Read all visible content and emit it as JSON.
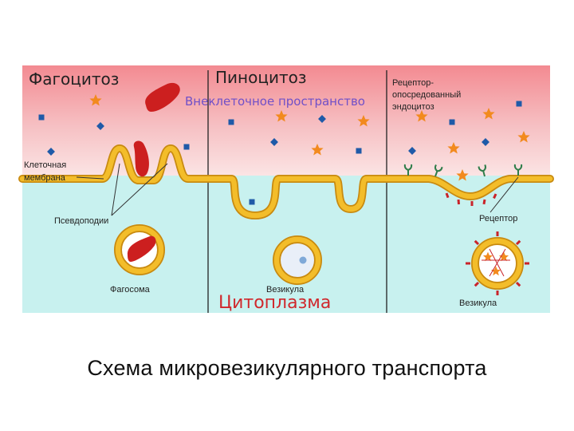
{
  "titles": {
    "phagocytosis": "Фагоцитоз",
    "pinocytosis": "Пиноцитоз"
  },
  "regions": {
    "extracellular": "Внеклеточное пространство",
    "cytoplasm": "Цитоплазма"
  },
  "labels": {
    "receptor_mediated_line1": "Рецептор-",
    "receptor_mediated_line2": "опосредованный",
    "receptor_mediated_line3": "эндоцитоз",
    "cell_membrane_line1": "Клеточная",
    "cell_membrane_line2": "мембрана",
    "pseudopodia": "Псевдоподии",
    "phagosome": "Фагосома",
    "vesicle_middle": "Везикула",
    "receptor": "Рецептор",
    "vesicle_right": "Везикула"
  },
  "caption": "Схема микровезикулярного транспорта",
  "colors": {
    "extracellular_top": "#f38e94",
    "cytoplasm": "#c8f1ef",
    "membrane_fill": "#f3bd2a",
    "membrane_edge": "#c88a10",
    "particle": "#cc1f1f",
    "molecule": "#1f5aa8",
    "star": "#f28a1e",
    "extracellular_text": "#7050c8",
    "cytoplasm_text": "#d0282c"
  }
}
